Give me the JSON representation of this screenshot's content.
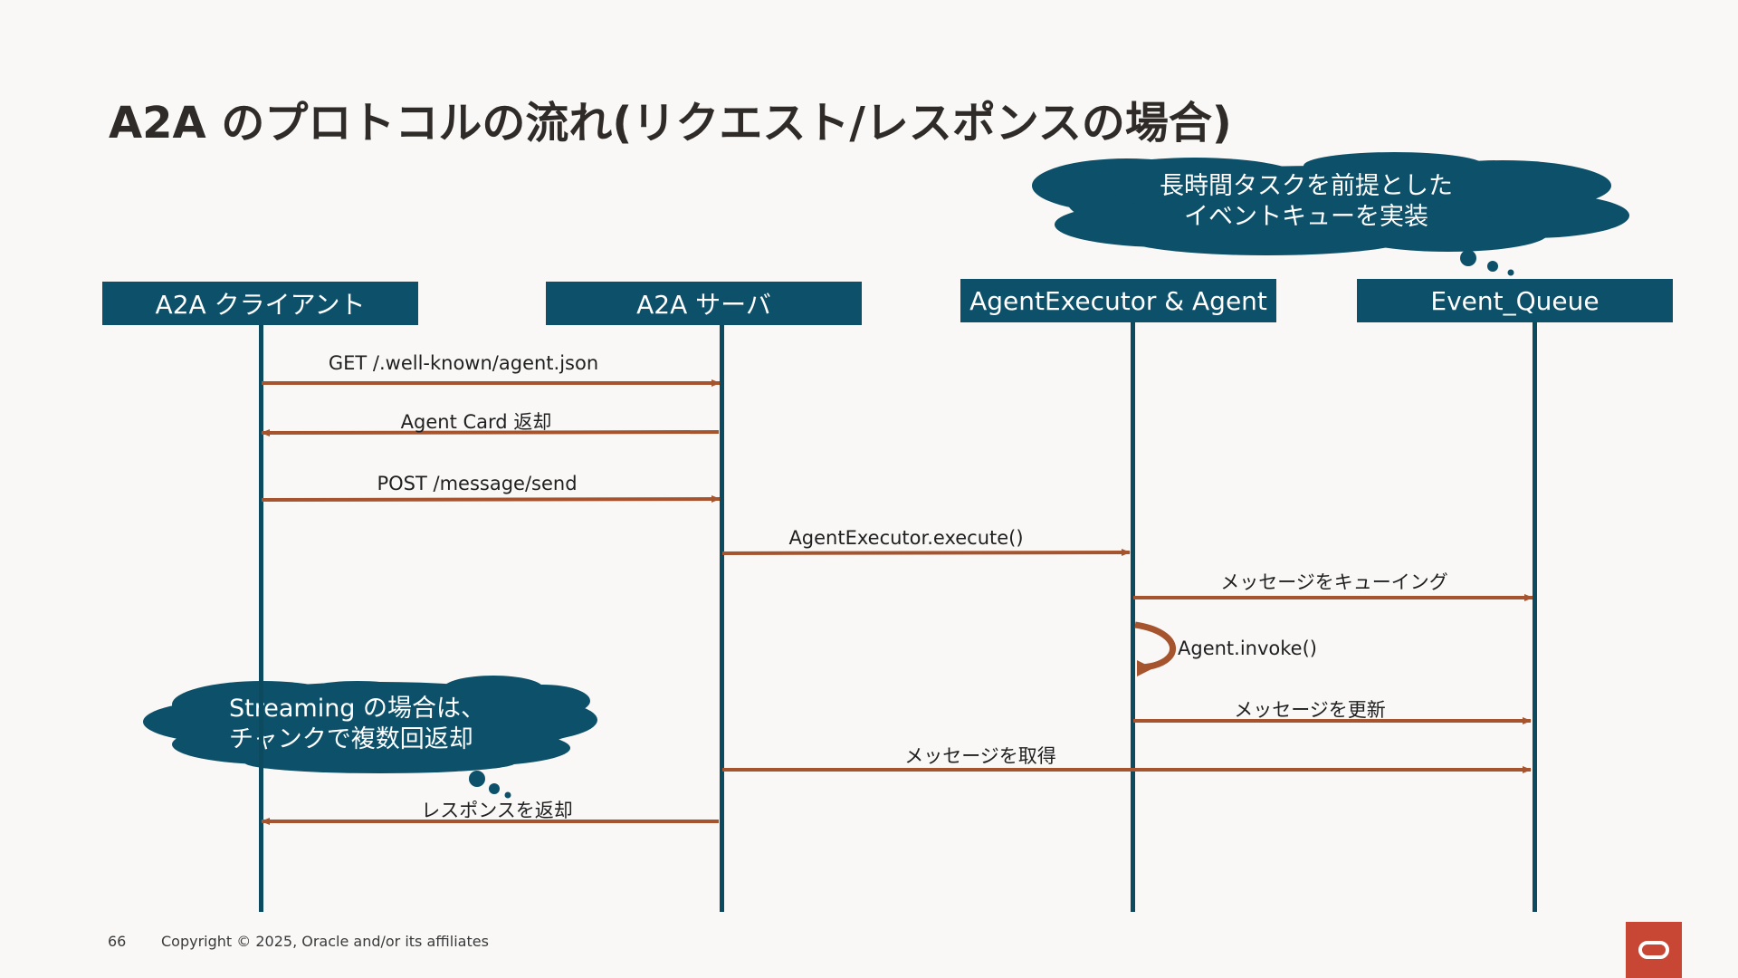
{
  "title": "A2A のプロトコルの流れ(リクエスト/レスポンスの場合)",
  "actors": [
    {
      "label": "A2A クライアント"
    },
    {
      "label": "A2A サーバ"
    },
    {
      "label": "AgentExecutor & Agent"
    },
    {
      "label": "Event_Queue"
    }
  ],
  "messages": [
    {
      "label": "GET /.well-known/agent.json"
    },
    {
      "label": "Agent Card 返却"
    },
    {
      "label": "POST /message/send"
    },
    {
      "label": "AgentExecutor.execute()"
    },
    {
      "label": "メッセージをキューイング"
    },
    {
      "label": "Agent.invoke()"
    },
    {
      "label": "メッセージを更新"
    },
    {
      "label": "メッセージを取得"
    },
    {
      "label": "レスポンスを返却"
    }
  ],
  "notes": {
    "queue_note": [
      "長時間タスクを前提とした",
      "イベントキューを実装"
    ],
    "streaming_note": [
      "Streaming の場合は、",
      "チャンクで複数回返却"
    ]
  },
  "footer": {
    "page_number": "66",
    "copyright": "Copyright © 2025, Oracle and/or its affiliates"
  },
  "colors": {
    "actor_fill": "#0c5069",
    "arrow": "#a5542e",
    "lifeline": "#0c4a60",
    "logo": "#c74634"
  },
  "icons": {
    "brand_logo": "oracle-logo-icon"
  }
}
